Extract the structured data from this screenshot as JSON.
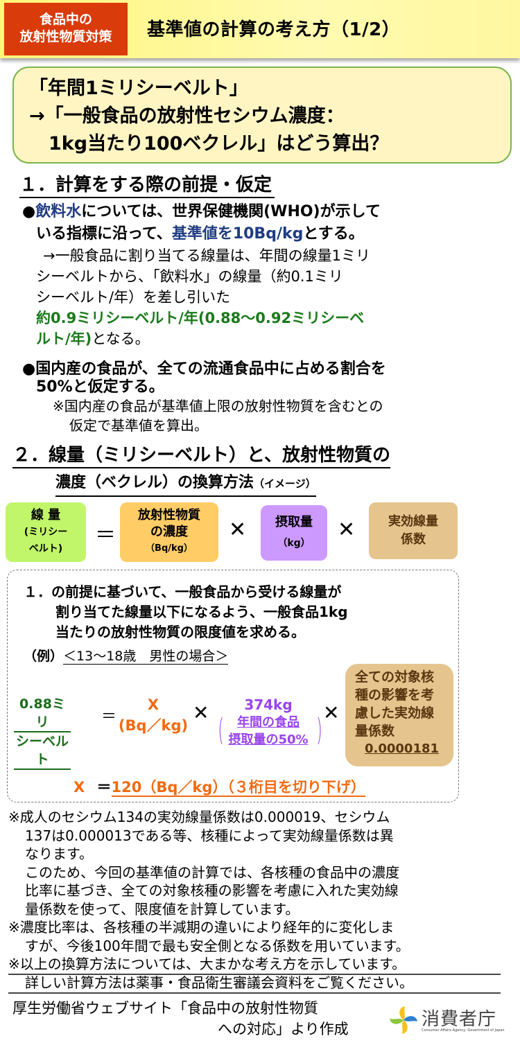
{
  "header": {
    "badge_line1": "食品中の",
    "badge_line2": "放射性物質対策",
    "title": "基準値の計算の考え方（1/2）",
    "badge_color": "#d93b0b",
    "background_color": "#fff67a"
  },
  "question": {
    "line1": "「年間1ミリシーベルト」",
    "line2": "→「一般食品の放射性セシウム濃度：",
    "line3": "1kg当たり100ベクレル」はどう算出？"
  },
  "section1": {
    "heading": "１．計算をする際の前提・仮定",
    "bullet1": {
      "marker": "●",
      "part1_highlight": "飲料水",
      "part2": "については、世界保健機関(WHO)が示して",
      "part3": "いる指標に沿って、",
      "part4_highlight": "基準値を10Bq/kg",
      "part5": "とする。",
      "detail1": "→一般食品に割り当てる線量は、年間の線量1ミリ",
      "detail2": "シーベルトから、「飲料水」の線量（約0.1ミリ",
      "detail3": "シーベルト/年）を差し引いた",
      "green1": "約0.9ミリシーベルト/年(0.88～0.92ミリシーベ",
      "green2": "ルト/年)",
      "detail_end": "となる。"
    },
    "bullet2": {
      "marker": "●",
      "line1": "国内産の食品が、全ての流通食品中に占める割合を",
      "line2": "50%と仮定する。",
      "note1": "※国内産の食品が基準値上限の放射性物質を含むとの",
      "note2": "仮定で基準値を算出。"
    }
  },
  "section2": {
    "heading_line1": "２．線量（ミリシーベルト）と、放射性物質の",
    "heading_line2": "濃度（ベクレル）の換算方法",
    "heading_suffix": "（イメージ）"
  },
  "formula": {
    "dose": {
      "label1": "線 量",
      "label2": "(ミリシー",
      "label3": "ベルト)",
      "color": "#c1f56a"
    },
    "equals": "＝",
    "concentration": {
      "label1": "放射性物質",
      "label2": "の濃度",
      "label3": "（Bq/kg）",
      "color": "#ffcc66"
    },
    "times1": "✕",
    "intake": {
      "label1": "摂取量",
      "label2": "（kg）",
      "color": "#cc99ff"
    },
    "times2": "✕",
    "coefficient": {
      "label1": "実効線量",
      "label2": "係数",
      "color": "#e5c48e"
    }
  },
  "example": {
    "intro1": "１．の前提に基づいて、一般食品から受ける線量が",
    "intro2": "割り当てた線量以下になるよう、一般食品1kg",
    "intro3": "当たりの放射性物質の限度値を求める。",
    "case_prefix": "（例）",
    "case_label": "＜13～18歳　男性の場合＞",
    "dose_line1": "0.88ミリ",
    "dose_line2": "シーベルト",
    "equals": "＝",
    "x_label": "X",
    "x_unit": "(Bq／kg)",
    "times": "✕",
    "intake_value": "374kg",
    "intake_note1": "年間の食品",
    "intake_note2": "摂取量の50%",
    "coef_lines": [
      "全ての対象核",
      "種の影響を考",
      "慮した実効線",
      "量係数"
    ],
    "coef_value": "0.0000181",
    "result_x": "X",
    "result_eq": "＝",
    "result_value": "120（Bq／kg）（３桁目を切り下げ）"
  },
  "notes": {
    "n1_line1": "※成人のセシウム134の実効線量係数は0.000019、セシウム",
    "n1_line2": "137は0.000013である等、核種によって実効線量係数は異",
    "n1_line3": "なります。",
    "n1_line4": "このため、今回の基準値の計算では、各核種の食品中の濃度",
    "n1_line5": "比率に基づき、全ての対象核種の影響を考慮に入れた実効線",
    "n1_line6": "量係数を使って、限度値を計算しています。",
    "n2_line1": "※濃度比率は、各核種の半減期の違いにより経年的に変化しま",
    "n2_line2": "すが、今後100年間で最も安全側となる係数を用いています。",
    "n3_line1": "※以上の換算方法については、大まかな考え方を示しています。",
    "n3_line2": "詳しい計算方法は薬事・食品衛生審議会資料をご覧ください。"
  },
  "footer": {
    "source_line1": "厚生労働省ウェブサイト「食品中の放射性物質",
    "source_line2": "への対応」より作成",
    "logo_text": "消費者庁",
    "logo_subtext": "Consumer Affairs Agency, Government of Japan"
  }
}
